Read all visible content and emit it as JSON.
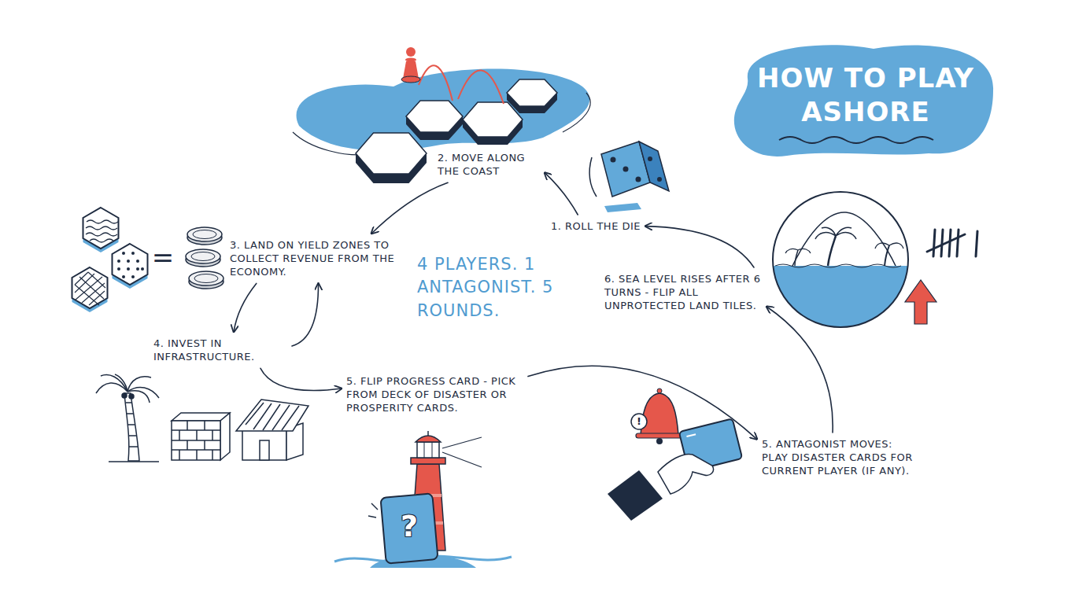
{
  "diagram": {
    "title": "HOW TO PLAY ASHORE",
    "nodes": [
      {
        "text": [
          "1. ROLL THE DIE"
        ]
      },
      {
        "text": [
          "2. MOVE ALONG THE COAST"
        ]
      },
      {
        "text": [
          "3. LAND ON YIELD ZONES TO COLLECT REVENUE FROM THE ECONOMY."
        ]
      },
      {
        "text": [
          "4. INVEST IN INFRASTRUCTURE."
        ]
      },
      {
        "text": [
          "5. FLIP PROGRESS CARD - PICK FROM DECK OF DISASTER OR PROSPERITY CARDS."
        ]
      },
      {
        "text": [
          "5. ANTAGONIST MOVES: PLAY DISASTER CARDS FOR CURRENT PLAYER (IF ANY)."
        ]
      },
      {
        "text": [
          "6. SEA LEVEL RISES AFTER 6 TURNS - FLIP ALL UNPROTECTED LAND TILES."
        ]
      }
    ],
    "edges": [
      {
        "from": 0,
        "to": 1,
        "arrow": "to"
      },
      {
        "from": 1,
        "to": 2,
        "arrow": "to"
      },
      {
        "from": 2,
        "to": 3,
        "arrow": "to"
      },
      {
        "from": 3,
        "to": 2,
        "arrow": "to"
      },
      {
        "from": 3,
        "to": 4,
        "arrow": "to"
      },
      {
        "from": 4,
        "to": 5,
        "arrow": "to"
      },
      {
        "from": 5,
        "to": 6,
        "arrow": "to"
      },
      {
        "from": 6,
        "to": 0,
        "arrow": "to"
      }
    ],
    "labels": [
      "4 PLAYERS. 1 ANTAGONIST. 5 ROUNDS.",
      "=",
      "?",
      "!"
    ]
  }
}
